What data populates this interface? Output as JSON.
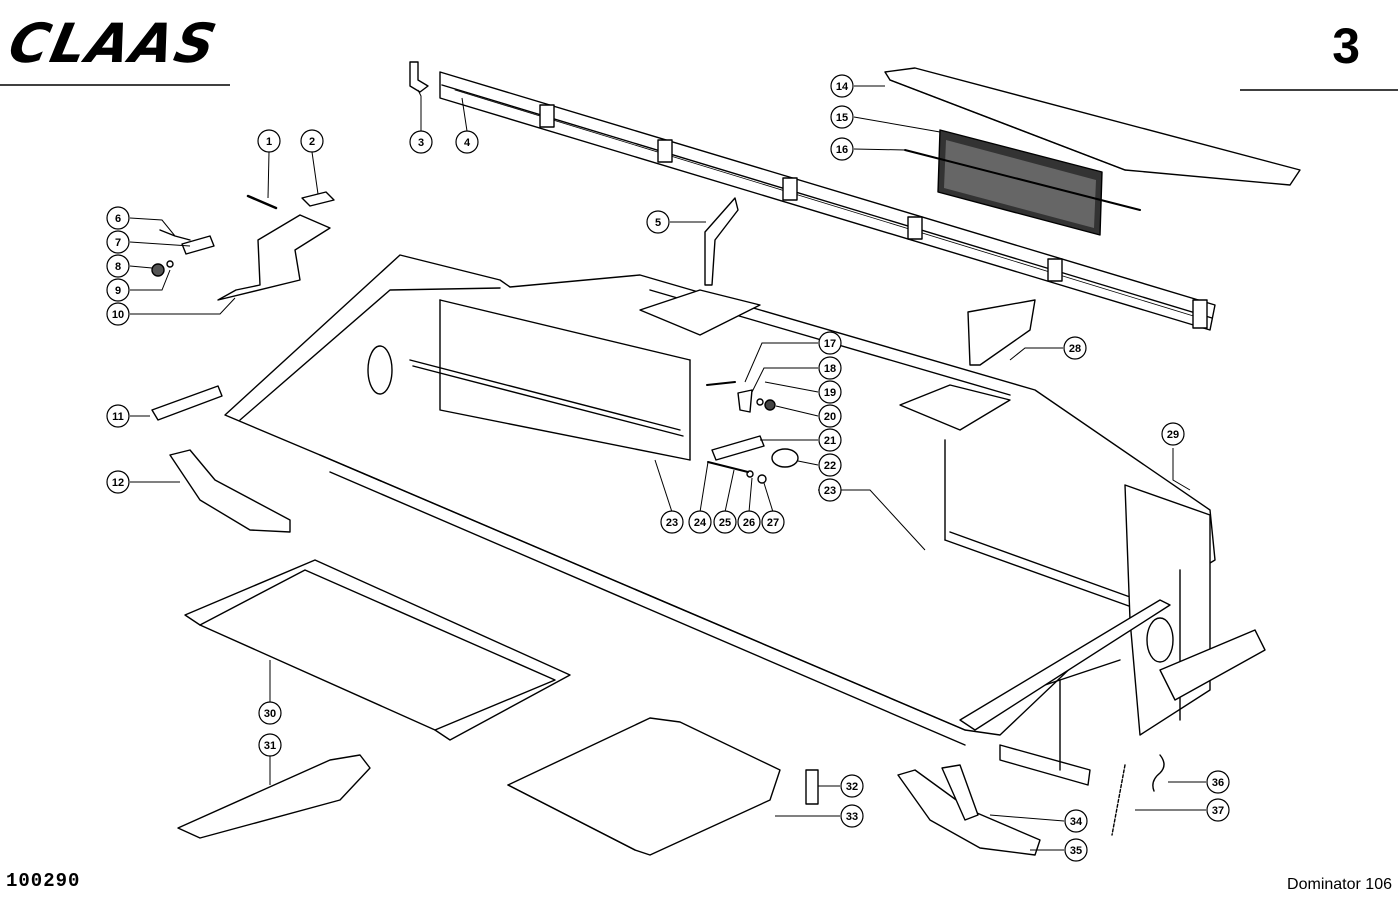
{
  "header": {
    "brand": "CLAAS",
    "page_number": "3"
  },
  "footer": {
    "drawing_number": "100290",
    "model": "Dominator 106"
  },
  "callouts": [
    "1",
    "2",
    "3",
    "4",
    "5",
    "6",
    "7",
    "8",
    "9",
    "10",
    "11",
    "12",
    "14",
    "15",
    "16",
    "17",
    "18",
    "19",
    "20",
    "21",
    "22",
    "23",
    "23",
    "24",
    "25",
    "26",
    "27",
    "28",
    "29",
    "30",
    "31",
    "32",
    "33",
    "34",
    "35",
    "36",
    "37"
  ]
}
